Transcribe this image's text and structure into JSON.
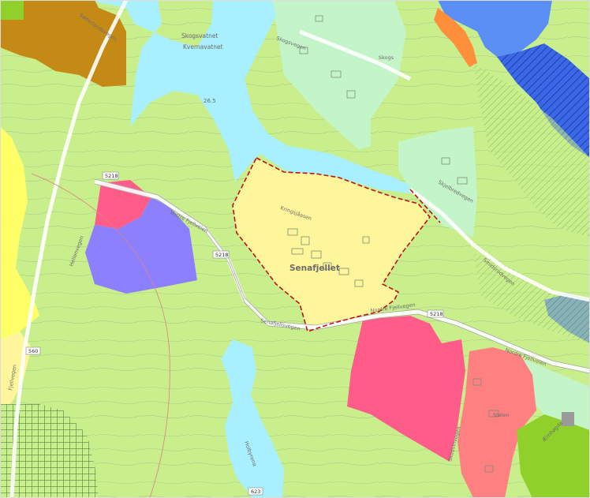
{
  "map": {
    "labels": {
      "lake_name_1": "Skogsvatnet",
      "lake_name_2": "Kvernavatnet",
      "lake_elevation": "26.5",
      "area_name": "Senafjellet",
      "road_skogsvegen": "Skogsvegen",
      "place_skogs": "Skogs",
      "road_kringsjaasen": "Kringsjåasen",
      "road_vestre": "Vestre Fjellveien",
      "road_senafjellsvegen": "Senafjellsvegen",
      "road_nord": "Nordre Fjellvegen",
      "road_right_1": "Sæterlandsvegen",
      "road_right_2": "Skjelbredvegen",
      "road_right_3": "Smidsrodvegen",
      "road_lower_1": "Nordre Fjellveien",
      "place_sjo": "Stølen",
      "road_left_1": "Hellenvegen",
      "road_left_2": "Fjellvegen",
      "lake_south": "Holbyrena",
      "road_bottom_right": "Skodvinvegen",
      "road_bottom_right_2": "Ærnhøgda"
    },
    "road_badges": {
      "r1": "5218",
      "r2": "5218",
      "r3": "5218",
      "r4": "560",
      "r5": "623"
    },
    "colors": {
      "lfn_green": "#c8ef8c",
      "residential_green": "#c4f5c8",
      "water_cyan": "#a8f0ff",
      "water_blue": "#5b8ff5",
      "dark_blue": "#2f5fe0",
      "yellow": "#ffff66",
      "light_yellow": "#fff59a",
      "pink": "#ff5c8a",
      "purple": "#8c80ff",
      "salmon": "#ff8080",
      "brown": "#c58a16",
      "orange": "#ff8f3a",
      "olive": "#8fd12a",
      "boundary_red": "#c0101a",
      "contour": "#8fa88a"
    }
  }
}
